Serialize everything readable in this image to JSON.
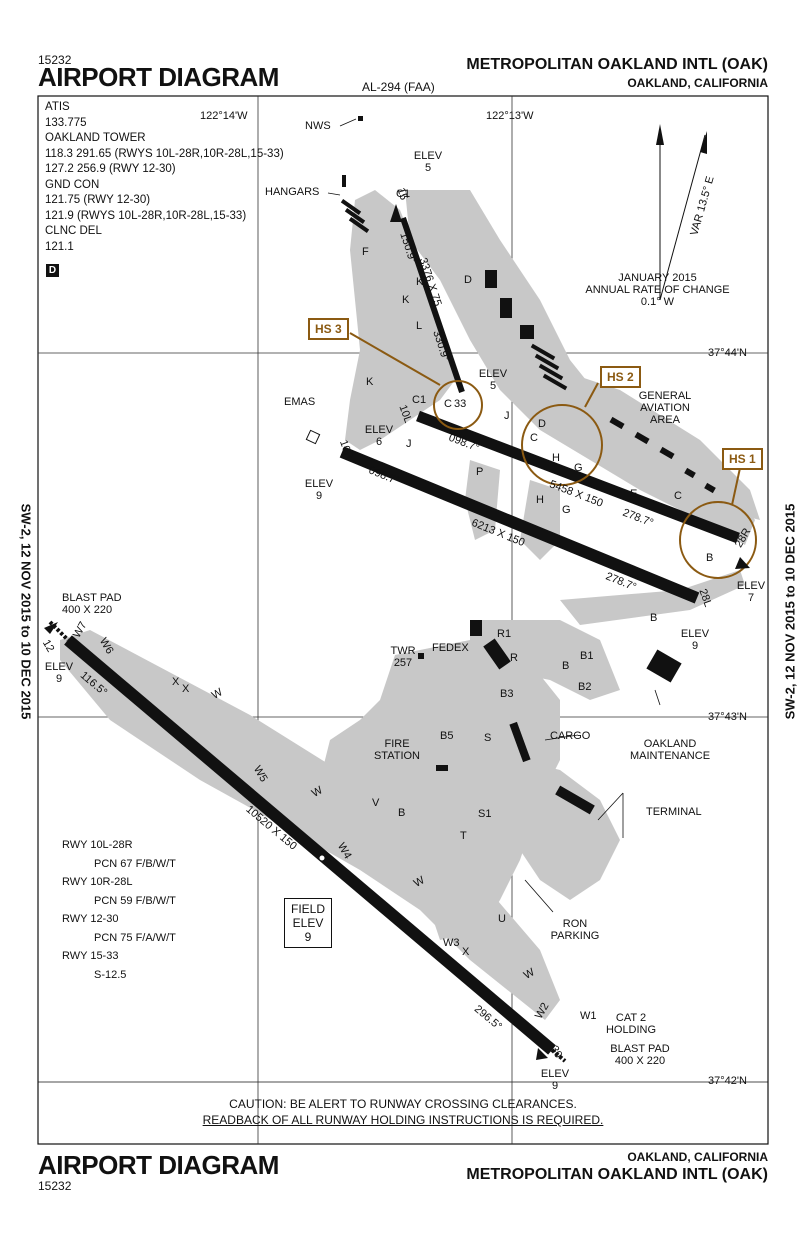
{
  "header": {
    "chart_number_top": "15232",
    "title_top": "AIRPORT DIAGRAM",
    "al_number": "AL-294 (FAA)",
    "airport_name_top": "METROPOLITAN OAKLAND INTL (OAK)",
    "city_top": "OAKLAND, CALIFORNIA"
  },
  "footer": {
    "title_bottom": "AIRPORT DIAGRAM",
    "chart_number_bottom": "15232",
    "city_bottom": "OAKLAND, CALIFORNIA",
    "airport_name_bottom": "METROPOLITAN OAKLAND INTL (OAK)"
  },
  "effective": {
    "left": "SW-2, 12 NOV 2015 to 10 DEC 2015",
    "right": "SW-2, 12 NOV 2015 to 10 DEC 2015"
  },
  "frequencies": [
    "ATIS",
    "133.775",
    "OAKLAND TOWER",
    "118.3 291.65 (RWYS 10L-28R,10R-28L,15-33)",
    "127.2 256.9 (RWY 12-30)",
    "GND CON",
    "121.75 (RWY 12-30)",
    "121.9 (RWYS 10L-28R,10R-28L,15-33)",
    "CLNC DEL",
    "121.1"
  ],
  "d_symbol": "D",
  "grid": {
    "lon_west": "122°14'W",
    "lon_east": "122°13'W",
    "lat_4400": "37°44'N",
    "lat_4300": "37°43'N",
    "lat_4200": "37°42'N"
  },
  "magnetic": {
    "var": "VAR 13.5° E",
    "rate_line1": "JANUARY 2015",
    "rate_line2": "ANNUAL RATE OF CHANGE",
    "rate_line3": "0.1° W"
  },
  "hotspots": {
    "hs1": "HS 1",
    "hs2": "HS 2",
    "hs3": "HS 3"
  },
  "labels": {
    "nws": "NWS",
    "hangars": "HANGARS",
    "elev5_a_l1": "ELEV",
    "elev5_a_l2": "5",
    "elev5_b_l1": "ELEV",
    "elev5_b_l2": "5",
    "elev6_l1": "ELEV",
    "elev6_l2": "6",
    "elev9_a_l1": "ELEV",
    "elev9_a_l2": "9",
    "elev7_l1": "ELEV",
    "elev7_l2": "7",
    "elev9_b_l1": "ELEV",
    "elev9_b_l2": "9",
    "elev9_c_l1": "ELEV",
    "elev9_c_l2": "9",
    "elev9_d_l1": "ELEV",
    "elev9_d_l2": "9",
    "emas": "EMAS",
    "ga_l1": "GENERAL",
    "ga_l2": "AVIATION",
    "ga_l3": "AREA",
    "blast_top_l1": "BLAST PAD",
    "blast_top_l2": "400 X 220",
    "twr_l1": "TWR",
    "twr_l2": "257",
    "fedex": "FEDEX",
    "fire_l1": "FIRE",
    "fire_l2": "STATION",
    "cargo": "CARGO",
    "maint_l1": "OAKLAND",
    "maint_l2": "MAINTENANCE",
    "terminal": "TERMINAL",
    "ron_l1": "RON",
    "ron_l2": "PARKING",
    "cat2_l1": "CAT 2",
    "cat2_l2": "HOLDING",
    "blast_bot_l1": "BLAST PAD",
    "blast_bot_l2": "400 X 220",
    "field_l1": "FIELD",
    "field_l2": "ELEV",
    "field_l3": "9"
  },
  "runways": {
    "r15_33": {
      "dims": "3376 X 75",
      "hdg_a": "150.9°",
      "hdg_b": "330.9°",
      "end_a": "15",
      "end_b": "33"
    },
    "r10r_28l": {
      "dims": "6213 X 150",
      "hdg_a": "098.7°",
      "hdg_b": "278.7°",
      "end_a": "10R",
      "end_b": "28L"
    },
    "r10l_28r": {
      "dims": "5458 X 150",
      "hdg_a": "098.7°",
      "hdg_b": "278.7°",
      "end_a": "10L",
      "end_b": "28R"
    },
    "r12_30": {
      "dims": "10520 X 150",
      "hdg_a": "116.5°",
      "hdg_b": "296.5°",
      "end_a": "12",
      "end_b": "30"
    }
  },
  "taxiways": {
    "w1": "W1",
    "w2": "W2",
    "w3": "W3",
    "w4": "W4",
    "w5": "W5",
    "w6": "W6",
    "w7": "W7",
    "w": "W",
    "x": "X",
    "v": "V",
    "t": "T",
    "u": "U",
    "s": "S",
    "s1": "S1",
    "b": "B",
    "b1": "B1",
    "b2": "B2",
    "b3": "B3",
    "b5": "B5",
    "r": "R",
    "r1": "R1",
    "c": "C",
    "c1": "C1",
    "d": "D",
    "e": "E",
    "g": "G",
    "h": "H",
    "j": "J",
    "k": "K",
    "l": "L",
    "p": "P",
    "f": "F"
  },
  "pcn": {
    "l1": "RWY 10L-28R",
    "l2": "PCN 67 F/B/W/T",
    "l3": "RWY 10R-28L",
    "l4": "PCN 59 F/B/W/T",
    "l5": "RWY 12-30",
    "l6": "PCN 75 F/A/W/T",
    "l7": "RWY 15-33",
    "l8": "S-12.5"
  },
  "caution": {
    "line1": "CAUTION: BE ALERT TO RUNWAY CROSSING CLEARANCES.",
    "line2": "READBACK OF ALL RUNWAY HOLDING INSTRUCTIONS IS REQUIRED."
  },
  "colors": {
    "hotspot": "#8b5a12",
    "pavement": "#c8c8c8",
    "runway": "#111111"
  }
}
